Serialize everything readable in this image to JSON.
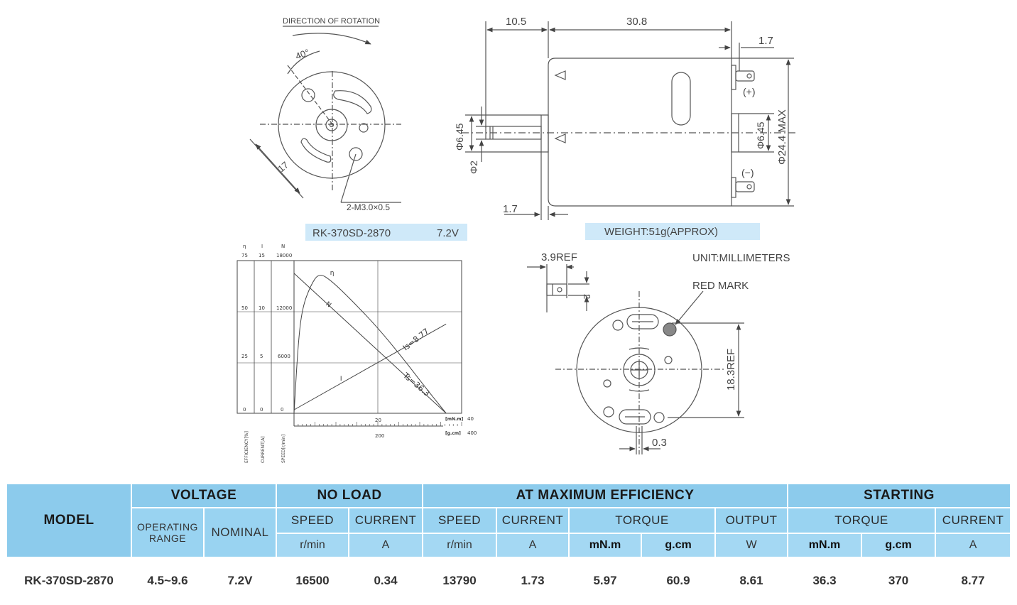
{
  "front_view": {
    "direction_label": "DIRECTION OF ROTATION",
    "angle": "40°",
    "radius_dim": "17",
    "screw_label": "2-M3.0×0.5",
    "model_caption": "RK-370SD-2870",
    "voltage_caption": "7.2V"
  },
  "side_view": {
    "dim_shaft_len": "10.5",
    "dim_body_len": "30.8",
    "dim_terminal": "1.7",
    "dim_boss_dia": "Φ6.45",
    "dim_shaft_dia": "Φ2",
    "dim_right_boss": "Φ6.45",
    "dim_body_dia": "Φ24.4 MAX",
    "dim_bottom": "1.7",
    "plus_label": "(+)",
    "minus_label": "(−)",
    "weight_caption": "WEIGHT:51g(APPROX)"
  },
  "rear_view": {
    "dim_terminal_ref": "3.9REF",
    "dim_terminal_h": "2",
    "unit_label": "UNIT:MILLIMETERS",
    "red_mark_label": "RED MARK",
    "dim_ref": "18.3REF",
    "dim_offset": "0.3",
    "red_mark_color": "#888888"
  },
  "chart_data": {
    "type": "line",
    "axes": {
      "efficiency": {
        "label": "EFFICIENCY[%]",
        "unit": "η",
        "ticks": [
          "0",
          "25",
          "50",
          "75"
        ]
      },
      "current": {
        "label": "CURRENT[A]",
        "unit": "I",
        "ticks": [
          "0",
          "5",
          "10",
          "15"
        ]
      },
      "speed": {
        "label": "SPEED[r/min]",
        "unit": "N",
        "ticks": [
          "0",
          "6000",
          "12000",
          "18000"
        ]
      },
      "torque_mn": {
        "label": "[mN.m]",
        "ticks": [
          "20",
          "40"
        ]
      },
      "torque_g": {
        "label": "[g.cm]",
        "ticks": [
          "200",
          "400"
        ]
      }
    },
    "series": [
      {
        "name": "N",
        "points": [
          [
            0,
            16500
          ],
          [
            36.3,
            0
          ]
        ]
      },
      {
        "name": "I",
        "points": [
          [
            0,
            0.34
          ],
          [
            36.3,
            8.77
          ]
        ]
      },
      {
        "name": "η",
        "points": [
          [
            0,
            0
          ],
          [
            1,
            35
          ],
          [
            2,
            52
          ],
          [
            4,
            63
          ],
          [
            5.97,
            69
          ],
          [
            9,
            65
          ],
          [
            14,
            55
          ],
          [
            20,
            42
          ],
          [
            26,
            27
          ],
          [
            32,
            11
          ],
          [
            36.3,
            0
          ]
        ]
      }
    ],
    "annotations": [
      "Is=8.77",
      "Ts=36.3"
    ],
    "xlim": [
      0,
      40
    ],
    "grid": true
  },
  "table": {
    "model_header": "MODEL",
    "groups": {
      "voltage": "VOLTAGE",
      "no_load": "NO LOAD",
      "max_eff": "AT MAXIMUM EFFICIENCY",
      "starting": "STARTING"
    },
    "sub": {
      "operating_range_1": "OPERATING",
      "operating_range_2": "RANGE",
      "nominal": "NOMINAL",
      "speed": "SPEED",
      "current": "CURRENT",
      "torque": "TORQUE",
      "output": "OUTPUT"
    },
    "units": {
      "rmin": "r/min",
      "a": "A",
      "mnm": "mN.m",
      "gcm": "g.cm",
      "w": "W"
    },
    "row": {
      "model": "RK-370SD-2870",
      "operating_range": "4.5~9.6",
      "nominal": "7.2V",
      "nl_speed": "16500",
      "nl_current": "0.34",
      "me_speed": "13790",
      "me_current": "1.73",
      "me_torque_mnm": "5.97",
      "me_torque_gcm": "60.9",
      "me_output": "8.61",
      "st_torque_mnm": "36.3",
      "st_torque_gcm": "370",
      "st_current": "8.77"
    }
  }
}
